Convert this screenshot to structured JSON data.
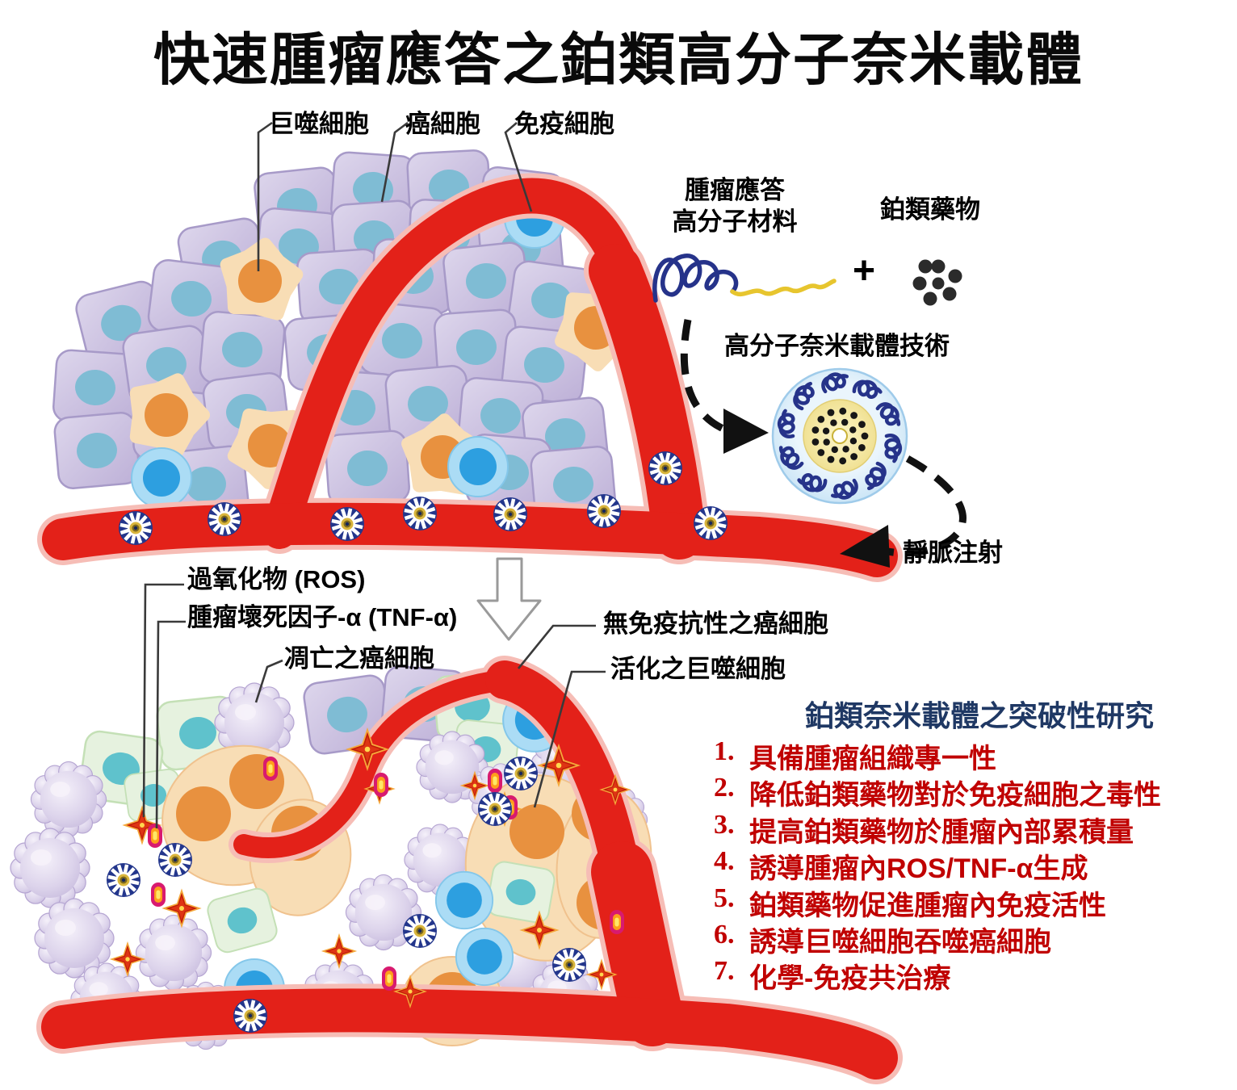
{
  "title": "快速腫瘤應答之鉑類高分子奈米載體",
  "top_diagram": {
    "labels": {
      "macrophage": "巨噬細胞",
      "cancer_cell": "癌細胞",
      "immune_cell": "免疫細胞"
    }
  },
  "process": {
    "polymer_line1": "腫瘤應答",
    "polymer_line2": "高分子材料",
    "plus": "+",
    "drug": "鉑類藥物",
    "tech": "高分子奈米載體技術",
    "iv": "靜脈注射"
  },
  "bottom_diagram": {
    "labels": {
      "ros": "過氧化物 (ROS)",
      "tnf": "腫瘤壞死因子-α (TNF-α)",
      "apoptotic": "凋亡之癌細胞",
      "no_immune_resistance": "無免疫抗性之癌細胞",
      "activated_macrophage": "活化之巨噬細胞"
    }
  },
  "research": {
    "heading": "鉑類奈米載體之突破性研究",
    "items": [
      {
        "num": "1.",
        "text": "具備腫瘤組織專一性"
      },
      {
        "num": "2.",
        "text": "降低鉑類藥物對於免疫細胞之毒性"
      },
      {
        "num": "3.",
        "text": "提高鉑類藥物於腫瘤內部累積量"
      },
      {
        "num": "4.",
        "text": "誘導腫瘤內ROS/TNF-α生成"
      },
      {
        "num": "5.",
        "text": "鉑類藥物促進腫瘤內免疫活性"
      },
      {
        "num": "6.",
        "text": "誘導巨噬細胞吞噬癌細胞"
      },
      {
        "num": "7.",
        "text": "化學-免疫共治療"
      }
    ]
  },
  "colors": {
    "vessel_red": "#E32119",
    "list_red": "#C00000",
    "heading_navy": "#1F3864",
    "polymer_blue": "#26338A",
    "polymer_yellow": "#E7C52E",
    "title_black": "#0A0A0A"
  }
}
